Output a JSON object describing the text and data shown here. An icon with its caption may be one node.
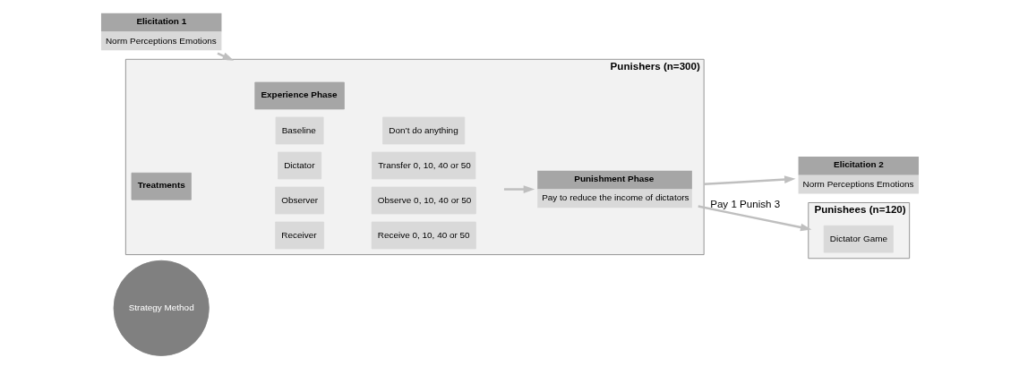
{
  "diagram": {
    "nodes": [
      {
        "text": [
          "Elicitation 1",
          "Norm Perceptions Emotions"
        ]
      },
      {
        "text": [
          "Punishers (n=300)"
        ]
      },
      {
        "text": [
          "Experience Phase"
        ],
        "in": 1
      },
      {
        "text": [
          "Treatments"
        ],
        "in": 1
      },
      {
        "text": [
          "Dictator"
        ],
        "in": 1
      },
      {
        "text": [
          "Transfer 0, 10, 40 or 50"
        ],
        "in": 1
      },
      {
        "text": [
          "Receiver"
        ],
        "in": 1
      },
      {
        "text": [
          "Receive 0, 10, 40 or 50"
        ],
        "in": 1
      },
      {
        "text": [
          "Observer"
        ],
        "in": 1
      },
      {
        "text": [
          "Observe 0, 10, 40 or 50"
        ],
        "in": 1
      },
      {
        "text": [
          "Baseline"
        ],
        "in": 1
      },
      {
        "text": [
          "Don’t do anything"
        ],
        "in": 1
      },
      {
        "text": [
          "Punishment Phase",
          "Pay to reduce the income of dictators"
        ],
        "in": 1
      },
      {
        "text": [
          "Strategy Method"
        ]
      },
      {
        "text": [
          "Elicitation 2",
          "Norm Perceptions Emotions"
        ]
      },
      {
        "text": [
          "Punishees (n=120)"
        ]
      },
      {
        "text": [
          "Dictator Game"
        ],
        "in": 15
      }
    ],
    "edges": [
      {
        "from": 0,
        "to": 1,
        "arrow": "to"
      },
      {
        "from": null,
        "to": 12,
        "arrow": "to"
      },
      {
        "from": 12,
        "to": 15,
        "arrow": "to",
        "label": "Pay 1 Punish 3"
      },
      {
        "from": 1,
        "to": 14,
        "arrow": "to"
      }
    ]
  }
}
